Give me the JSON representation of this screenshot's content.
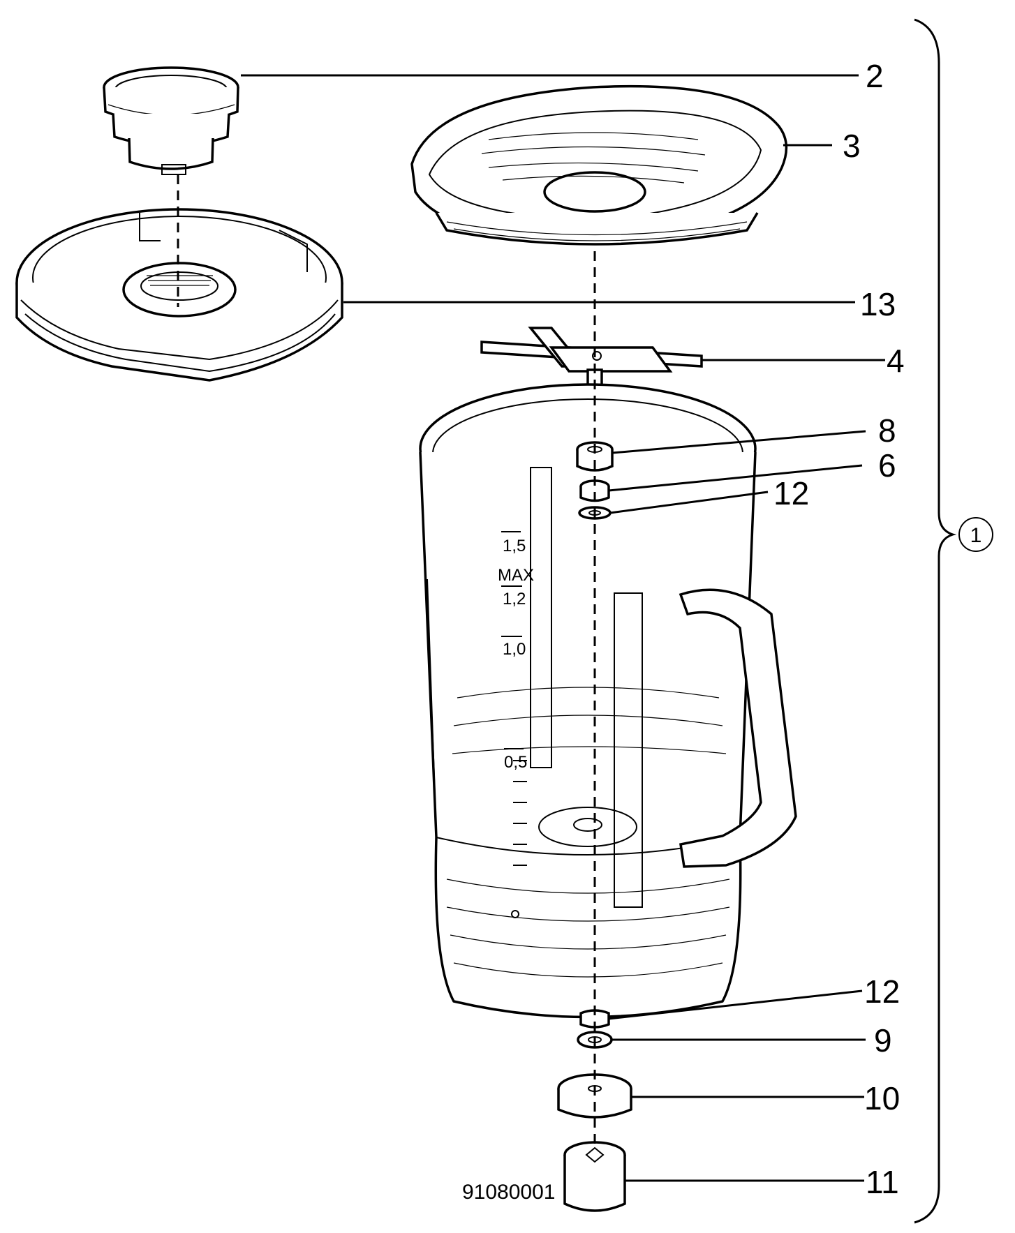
{
  "diagram": {
    "drawing_number": "91080001",
    "assembly_number": "1",
    "callouts": [
      {
        "id": "2",
        "text": "2"
      },
      {
        "id": "3",
        "text": "3"
      },
      {
        "id": "13",
        "text": "13"
      },
      {
        "id": "4",
        "text": "4"
      },
      {
        "id": "8",
        "text": "8"
      },
      {
        "id": "6",
        "text": "6"
      },
      {
        "id": "12a",
        "text": "12"
      },
      {
        "id": "12b",
        "text": "12"
      },
      {
        "id": "9",
        "text": "9"
      },
      {
        "id": "10",
        "text": "10"
      },
      {
        "id": "11",
        "text": "11"
      }
    ],
    "scale_marks": [
      "1,5",
      "MAX",
      "1,2",
      "1,0",
      "0,5"
    ]
  }
}
